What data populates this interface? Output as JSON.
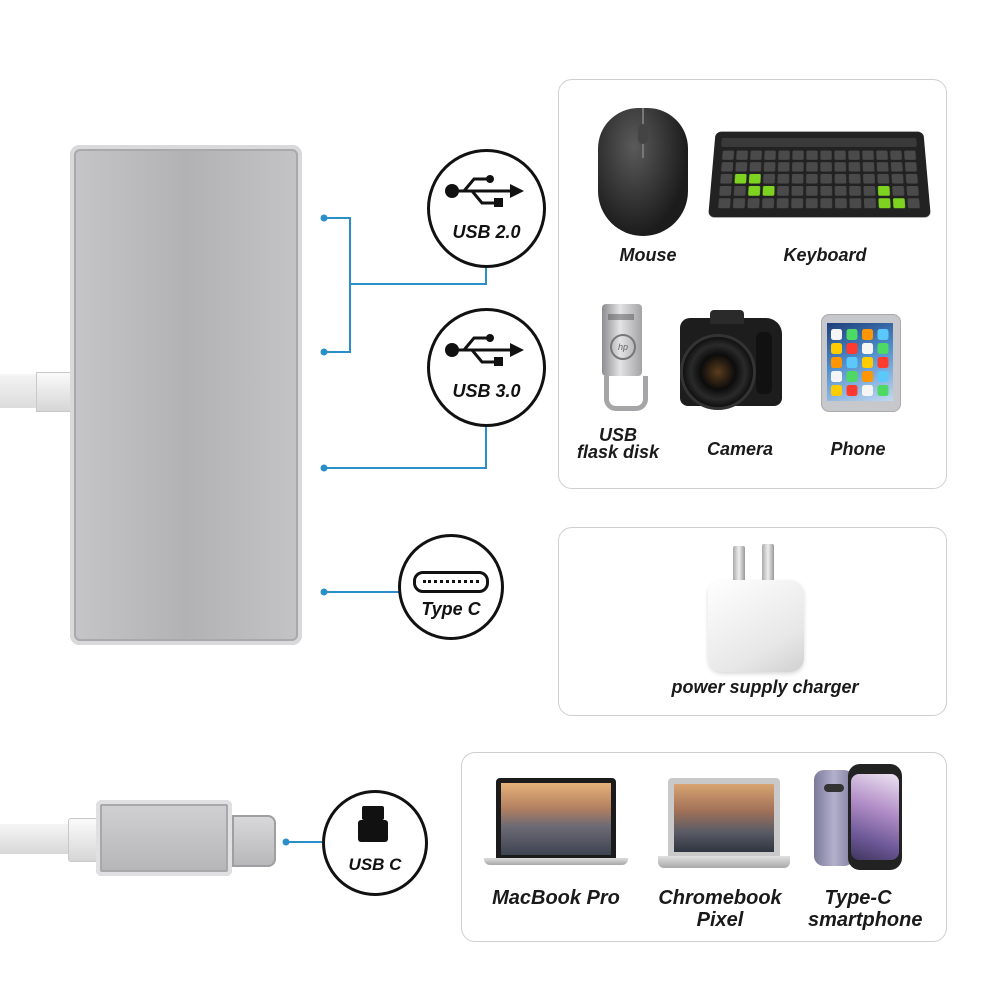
{
  "ports": {
    "usb2_label": "USB 2.0",
    "usb3_label": "USB 3.0",
    "typec_label": "Type C",
    "usbc_label": "USB C"
  },
  "devices_top": {
    "mouse": "Mouse",
    "keyboard": "Keyboard",
    "flash_line1": "USB",
    "flash_line2": "flask disk",
    "camera": "Camera",
    "phone": "Phone",
    "flash_brand": "hp"
  },
  "charger": {
    "label": "power supply charger"
  },
  "hosts": {
    "macbook": "MacBook Pro",
    "chromebook_line1": "Chromebook",
    "chromebook_line2": "Pixel",
    "smartphone_line1": "Type-C",
    "smartphone_line2": "smartphone"
  },
  "colors": {
    "connector_line": "#2a8fc9",
    "hub_body": "#b9b9bb",
    "panel_border": "#cfcfcf",
    "keyboard_accent": "#7ed321"
  }
}
